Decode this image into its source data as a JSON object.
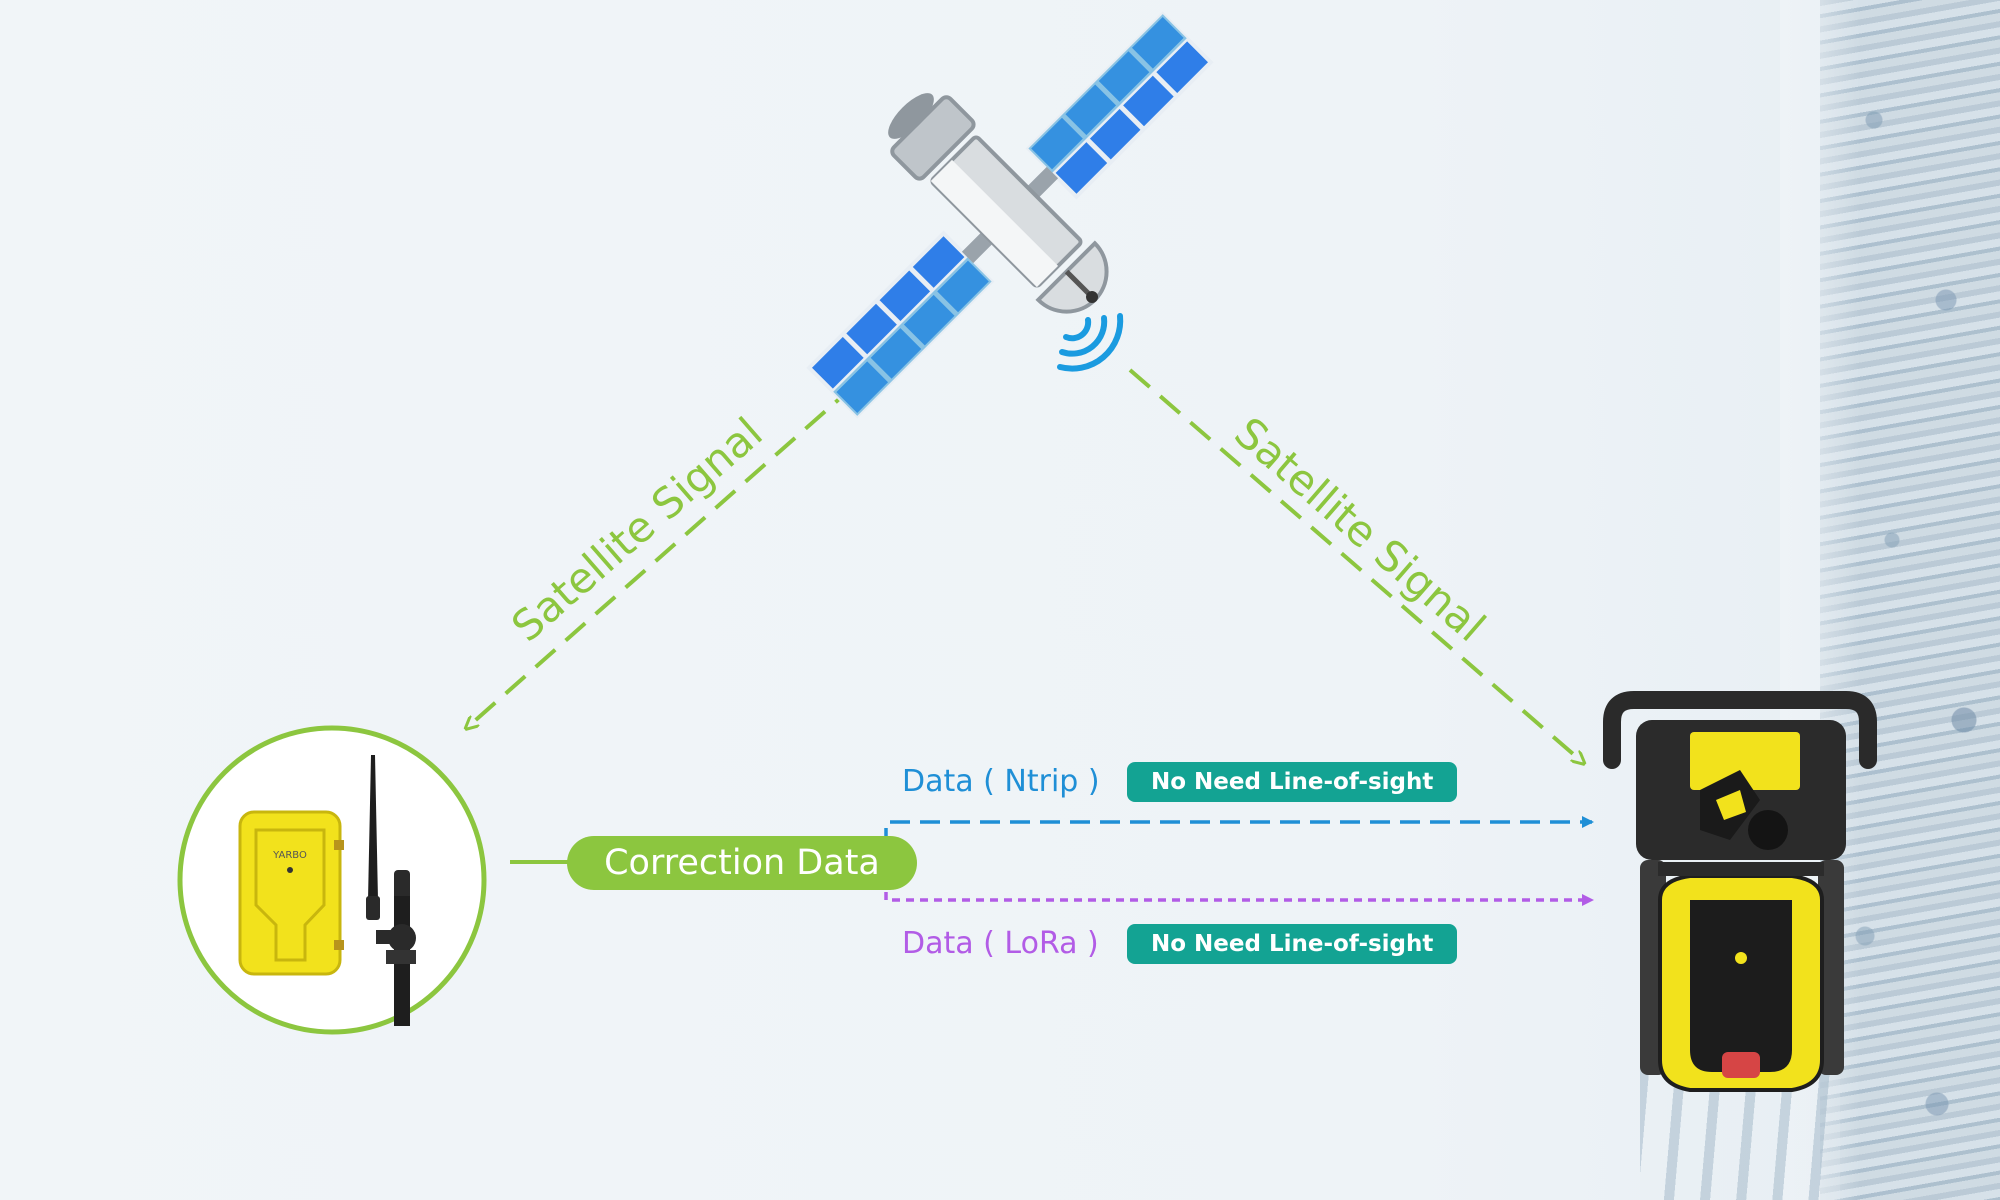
{
  "signals": {
    "left_label": "Satellite Signal",
    "right_label": "Satellite Signal"
  },
  "correction": {
    "label": "Correction Data"
  },
  "links": [
    {
      "label": "Data ( Ntrip )",
      "badge": "No Need Line-of-sight",
      "color": "#1f8fd6"
    },
    {
      "label": "Data ( LoRa )",
      "badge": "No Need Line-of-sight",
      "color": "#b25ce6"
    }
  ],
  "base_station": {
    "brand": "YARBO"
  },
  "colors": {
    "signal_green": "#8cc63f",
    "badge_teal": "#13a393",
    "panel_blue": "#2f7ee8",
    "device_yellow": "#f2e21c"
  },
  "icons": [
    "satellite-icon",
    "signal-waves-icon",
    "base-station-icon",
    "antenna-icon",
    "robot-mower-icon"
  ]
}
